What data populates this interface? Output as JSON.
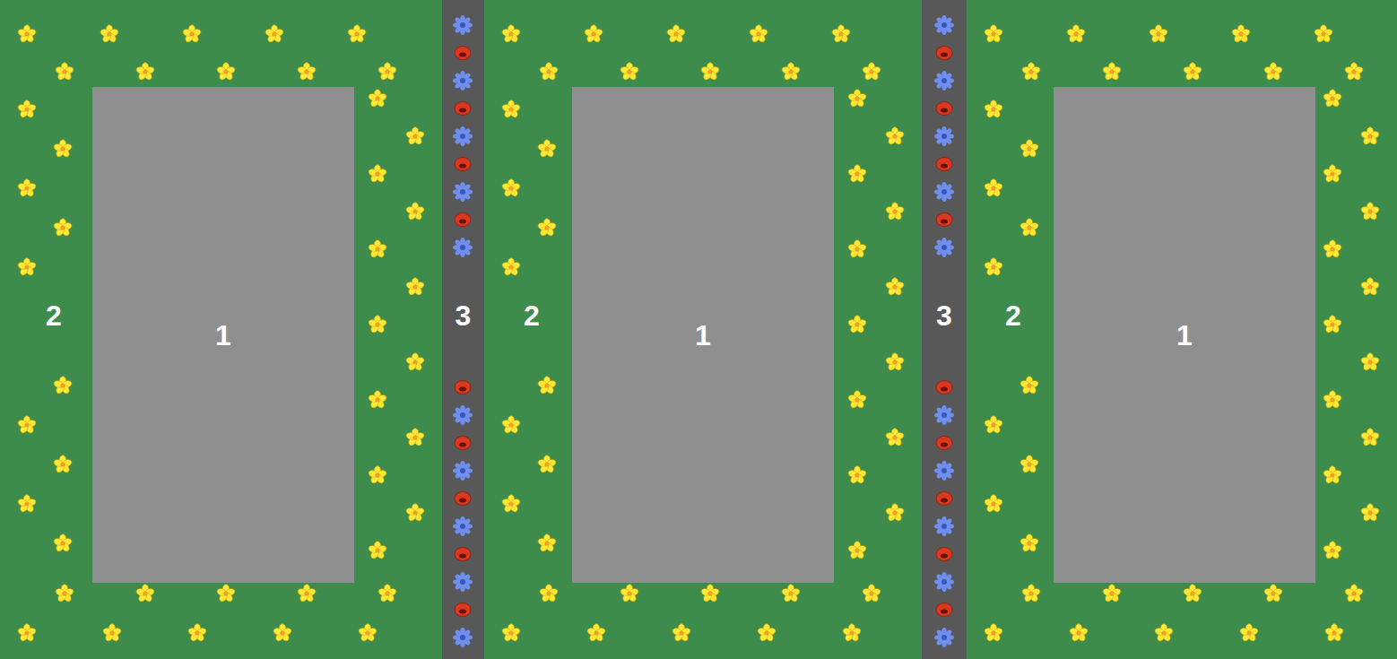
{
  "diagram": {
    "nodes": [
      {
        "text": [
          "2"
        ]
      },
      {
        "text": [
          "1"
        ],
        "in": 0
      },
      {
        "text": [
          "3"
        ]
      },
      {
        "text": [
          "2"
        ]
      },
      {
        "text": [
          "1"
        ],
        "in": 3
      },
      {
        "text": [
          "3"
        ]
      },
      {
        "text": [
          "2"
        ]
      },
      {
        "text": [
          "1"
        ],
        "in": 6
      }
    ]
  }
}
